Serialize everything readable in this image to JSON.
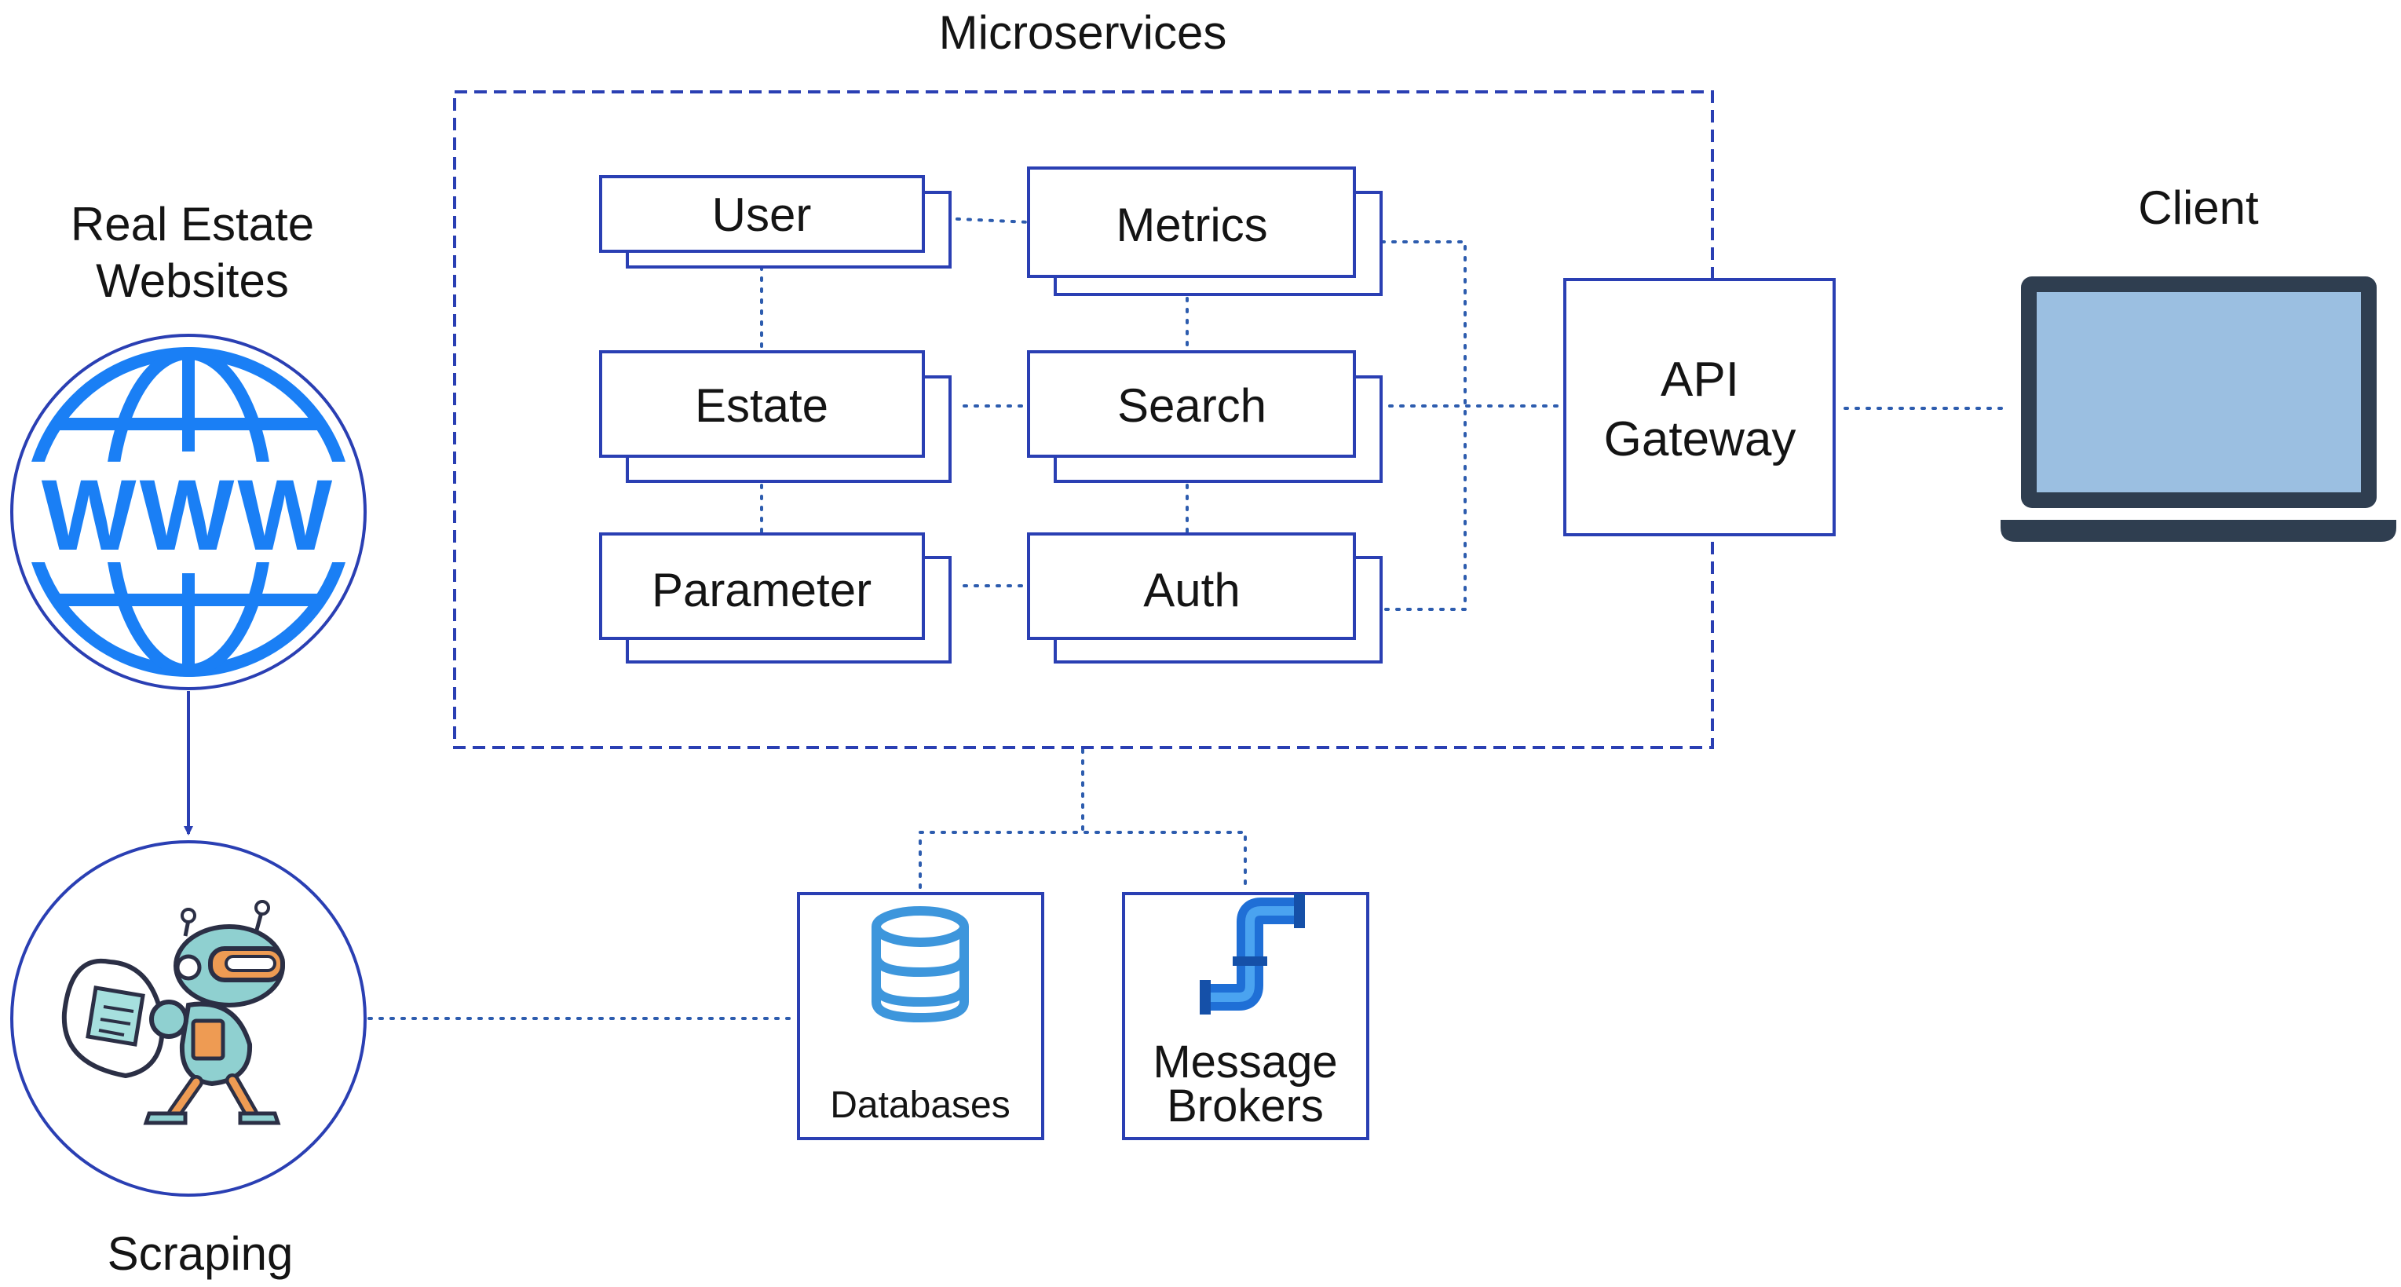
{
  "colors": {
    "stroke": "#2a3fb3",
    "connector": "#2d5cae",
    "globe": "#1a7ff5",
    "laptop_frame": "#2f3e50",
    "laptop_screen": "#9bbfe1",
    "database": "#3d96dc",
    "pipe": "#1f6fd6",
    "text": "#141414"
  },
  "sources": {
    "title": "Real Estate\nWebsites",
    "title_lines": [
      "Real Estate",
      "Websites"
    ],
    "icon": "globe-www-icon",
    "www": "WWW"
  },
  "scraping": {
    "label": "Scraping",
    "icon": "scraper-robot-icon"
  },
  "microservices": {
    "title": "Microservices",
    "services": [
      {
        "id": "user",
        "label": "User"
      },
      {
        "id": "metrics",
        "label": "Metrics"
      },
      {
        "id": "estate",
        "label": "Estate"
      },
      {
        "id": "search",
        "label": "Search"
      },
      {
        "id": "parameter",
        "label": "Parameter"
      },
      {
        "id": "auth",
        "label": "Auth"
      }
    ]
  },
  "gateway": {
    "label": "API\nGateway",
    "lines": [
      "API",
      "Gateway"
    ]
  },
  "client": {
    "label": "Client",
    "icon": "laptop-icon"
  },
  "storage": {
    "databases": {
      "label": "Databases",
      "icon": "database-icon"
    },
    "brokers": {
      "label": "Message\nBrokers",
      "lines": [
        "Message",
        "Brokers"
      ],
      "icon": "pipe-icon"
    }
  }
}
